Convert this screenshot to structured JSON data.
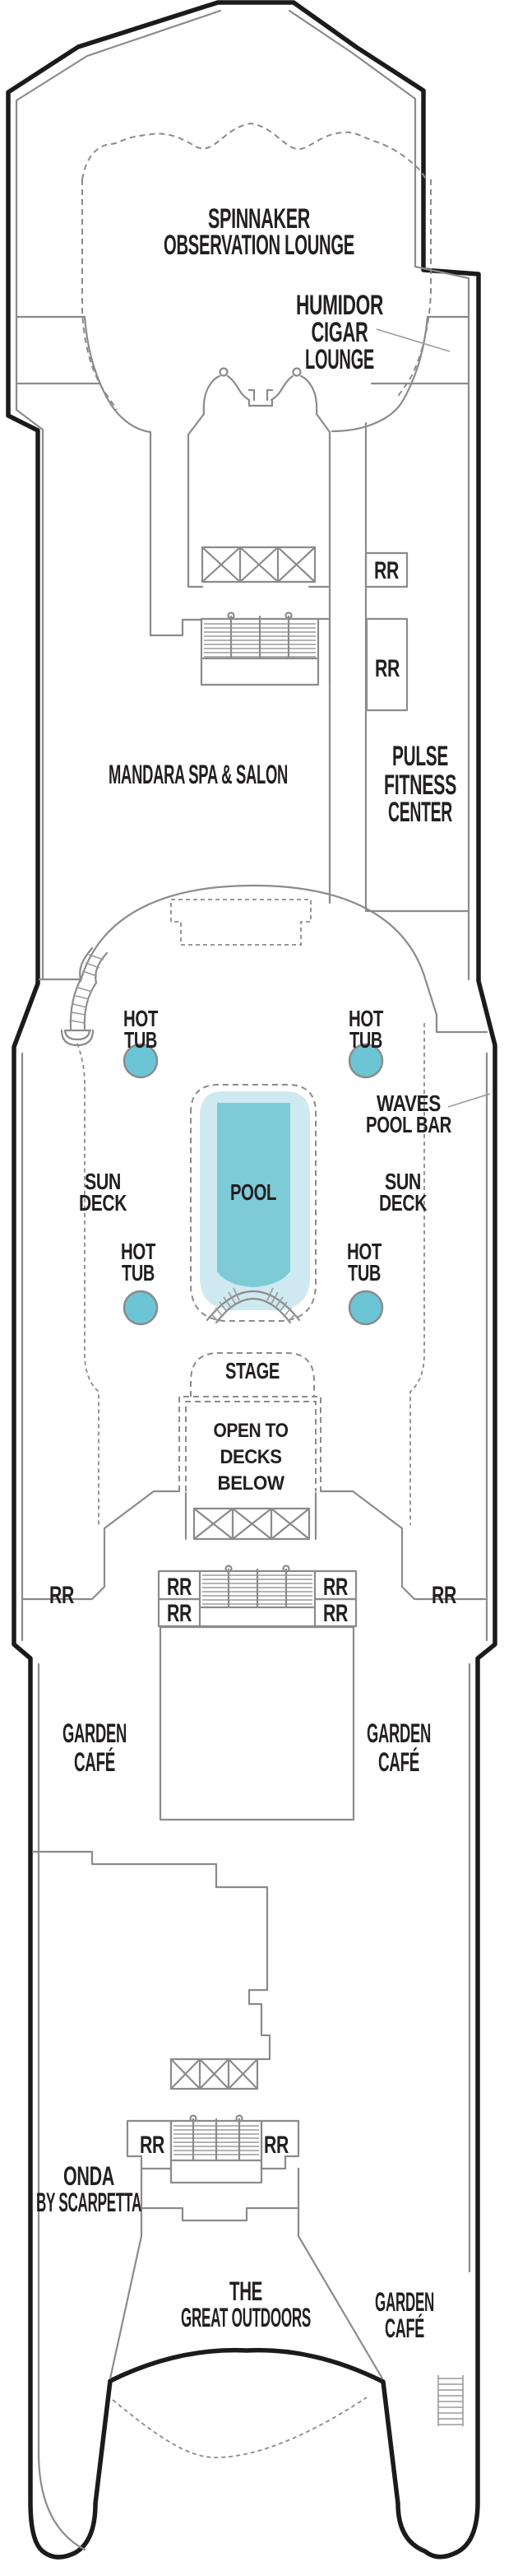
{
  "deck_plan": {
    "labels": {
      "spinnaker_line1": "SPINNAKER",
      "spinnaker_line2": "OBSERVATION LOUNGE",
      "humidor_line1": "HUMIDOR",
      "humidor_line2": "CIGAR",
      "humidor_line3": "LOUNGE",
      "mandara": "MANDARA SPA & SALON",
      "pulse_line1": "PULSE",
      "pulse_line2": "FITNESS",
      "pulse_line3": "CENTER",
      "rr": "RR",
      "hot": "HOT",
      "tub": "TUB",
      "waves_line1": "WAVES",
      "waves_line2": "POOL BAR",
      "sun": "SUN",
      "deck": "DECK",
      "pool": "POOL",
      "stage": "STAGE",
      "open_line1": "OPEN TO",
      "open_line2": "DECKS",
      "open_line3": "BELOW",
      "garden": "GARDEN",
      "cafe": "CAFÉ",
      "onda_line1": "ONDA",
      "onda_line2": "BY SCARPETTA",
      "great_line1": "THE",
      "great_line2": "GREAT OUTDOORS"
    },
    "colors": {
      "pool_water": "#7ecbd8",
      "pool_edge": "#cfe9f0",
      "hot_tub": "#6cc5d5",
      "wall_gray": "#8b8b8b",
      "hull_black": "#1b1b1b"
    }
  }
}
